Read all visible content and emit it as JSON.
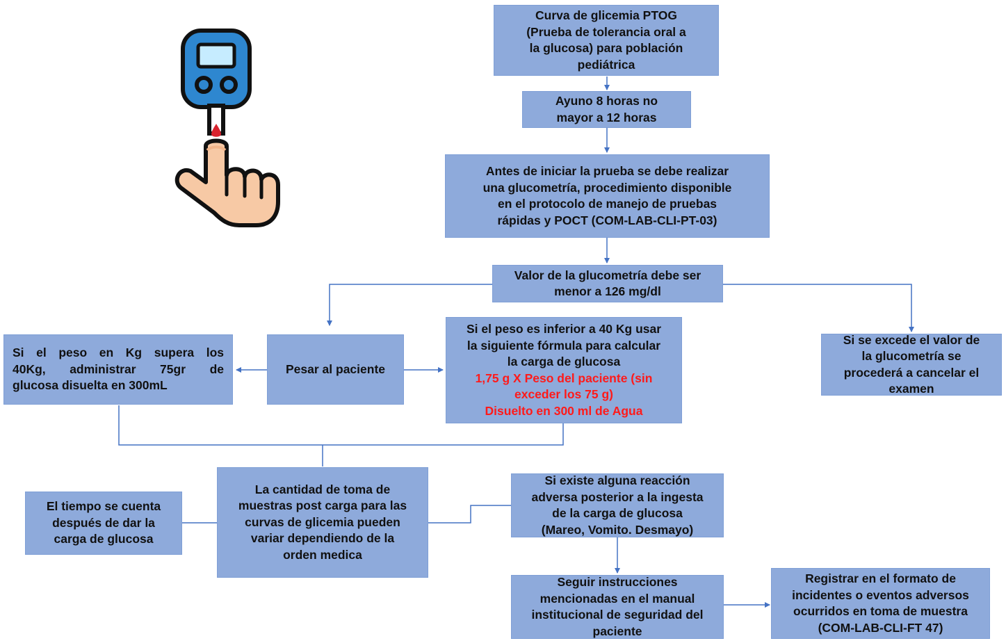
{
  "boxes": {
    "title": [
      "Curva de glicemia PTOG",
      "(Prueba de tolerancia oral a",
      "la glucosa) para población",
      "pediátrica"
    ],
    "fasting": [
      "Ayuno 8 horas no",
      "mayor a 12 horas"
    ],
    "before_test": [
      "Antes de iniciar la prueba se debe realizar",
      "una glucometría, procedimiento disponible",
      "en el protocolo de manejo de pruebas",
      "rápidas y POCT (COM-LAB-CLI-PT-03)"
    ],
    "glucometry_value": [
      "Valor de la glucometría debe ser",
      "menor a 126 mg/dl"
    ],
    "weigh_patient": "Pesar al paciente",
    "over_40kg": [
      "Si el peso en Kg supera los",
      "40Kg, administrar 75gr de",
      "glucosa disuelta en 300mL"
    ],
    "under_40kg": {
      "lines": [
        "Si el peso es inferior a 40 Kg usar",
        "la siguiente fórmula para calcular",
        "la carga de glucosa"
      ],
      "formula": [
        "1,75 g X  Peso del paciente (sin",
        "exceder los 75 g)",
        "Disuelto en 300 ml de Agua"
      ]
    },
    "exceed_value": [
      "Si se excede el valor de",
      "la glucometría se",
      "procederá a cancelar el",
      "examen"
    ],
    "time_counted": [
      "El tiempo se cuenta",
      "después de dar la",
      "carga de glucosa"
    ],
    "samples_quantity": [
      "La cantidad de toma de",
      "muestras post carga para las",
      "curvas de glicemia pueden",
      "variar dependiendo de la",
      "orden medica"
    ],
    "adverse_reaction": [
      "Si existe alguna reacción",
      "adversa posterior a la ingesta",
      "de la carga de glucosa",
      "(Mareo, Vomito. Desmayo)"
    ],
    "follow_instructions": [
      "Seguir instrucciones",
      "mencionadas en el manual",
      "institucional de seguridad del",
      "paciente"
    ],
    "register_format": [
      "Registrar en el formato de",
      "incidentes o eventos adversos",
      "ocurridos en toma de muestra",
      "(COM-LAB-CLI-FT 47)"
    ]
  },
  "icons": {
    "glucometer": "glucometer-finger-icon"
  },
  "colors": {
    "box_fill": "#8eaadb",
    "connector": "#4472c4",
    "highlight_text": "#ff1a1a"
  }
}
